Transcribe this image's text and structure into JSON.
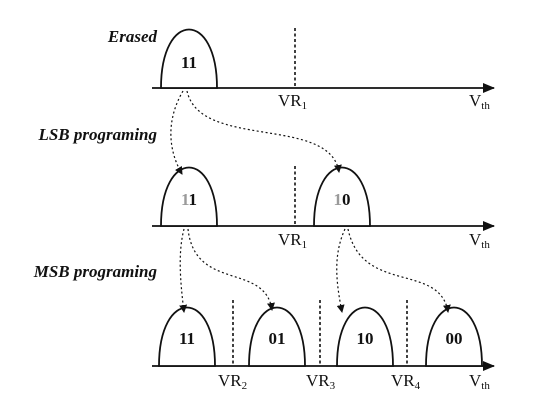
{
  "stages": [
    {
      "label": "Erased",
      "axis": {
        "label": "V",
        "sub": "th"
      },
      "references": [
        {
          "label": "VR",
          "sub": "1"
        }
      ],
      "states": [
        {
          "bits": "11",
          "dim_first": false
        }
      ]
    },
    {
      "label": "LSB programing",
      "axis": {
        "label": "V",
        "sub": "th"
      },
      "references": [
        {
          "label": "VR",
          "sub": "1"
        }
      ],
      "states": [
        {
          "bits": "11",
          "dim_first": true
        },
        {
          "bits": "10",
          "dim_first": true
        }
      ]
    },
    {
      "label": "MSB programing",
      "axis": {
        "label": "V",
        "sub": "th"
      },
      "references": [
        {
          "label": "VR",
          "sub": "2"
        },
        {
          "label": "VR",
          "sub": "3"
        },
        {
          "label": "VR",
          "sub": "4"
        }
      ],
      "states": [
        {
          "bits": "11",
          "dim_first": false
        },
        {
          "bits": "01",
          "dim_first": false
        },
        {
          "bits": "10",
          "dim_first": false
        },
        {
          "bits": "00",
          "dim_first": false
        }
      ]
    }
  ],
  "transitions": [
    {
      "from": "stages.0.states.0",
      "to": "stages.1.states.0"
    },
    {
      "from": "stages.0.states.0",
      "to": "stages.1.states.1"
    },
    {
      "from": "stages.1.states.0",
      "to": "stages.2.states.0"
    },
    {
      "from": "stages.1.states.0",
      "to": "stages.2.states.1"
    },
    {
      "from": "stages.1.states.1",
      "to": "stages.2.states.2"
    },
    {
      "from": "stages.1.states.1",
      "to": "stages.2.states.3"
    }
  ]
}
